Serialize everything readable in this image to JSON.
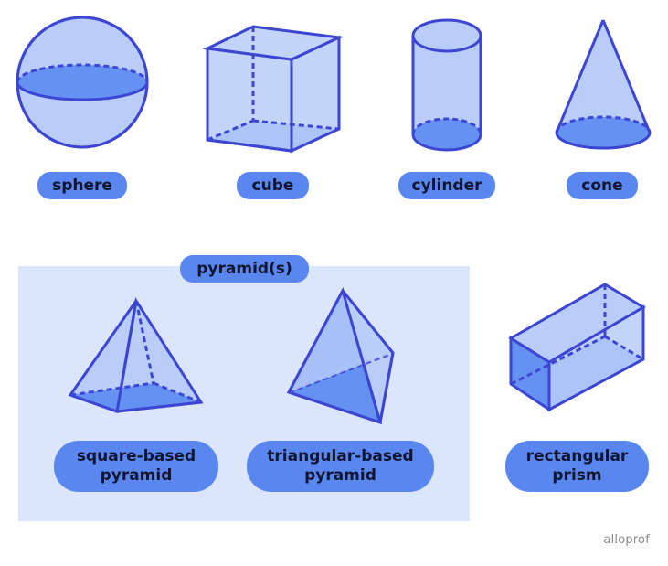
{
  "colors": {
    "fill_light": "#b9cdf8",
    "fill_dark": "#6592f2",
    "stroke": "#3c46d2",
    "label_bg": "#5a86f0",
    "panel_bg": "#dbe5fb",
    "text": "#10162f"
  },
  "labels": {
    "sphere": "sphere",
    "cube": "cube",
    "cylinder": "cylinder",
    "cone": "cone",
    "pyramids_group": "pyramid(s)",
    "square_pyramid_line1": "square-based",
    "square_pyramid_line2": "pyramid",
    "triangular_pyramid_line1": "triangular-based",
    "triangular_pyramid_line2": "pyramid",
    "rect_prism_line1": "rectangular",
    "rect_prism_line2": "prism"
  },
  "brand": "alloprof"
}
